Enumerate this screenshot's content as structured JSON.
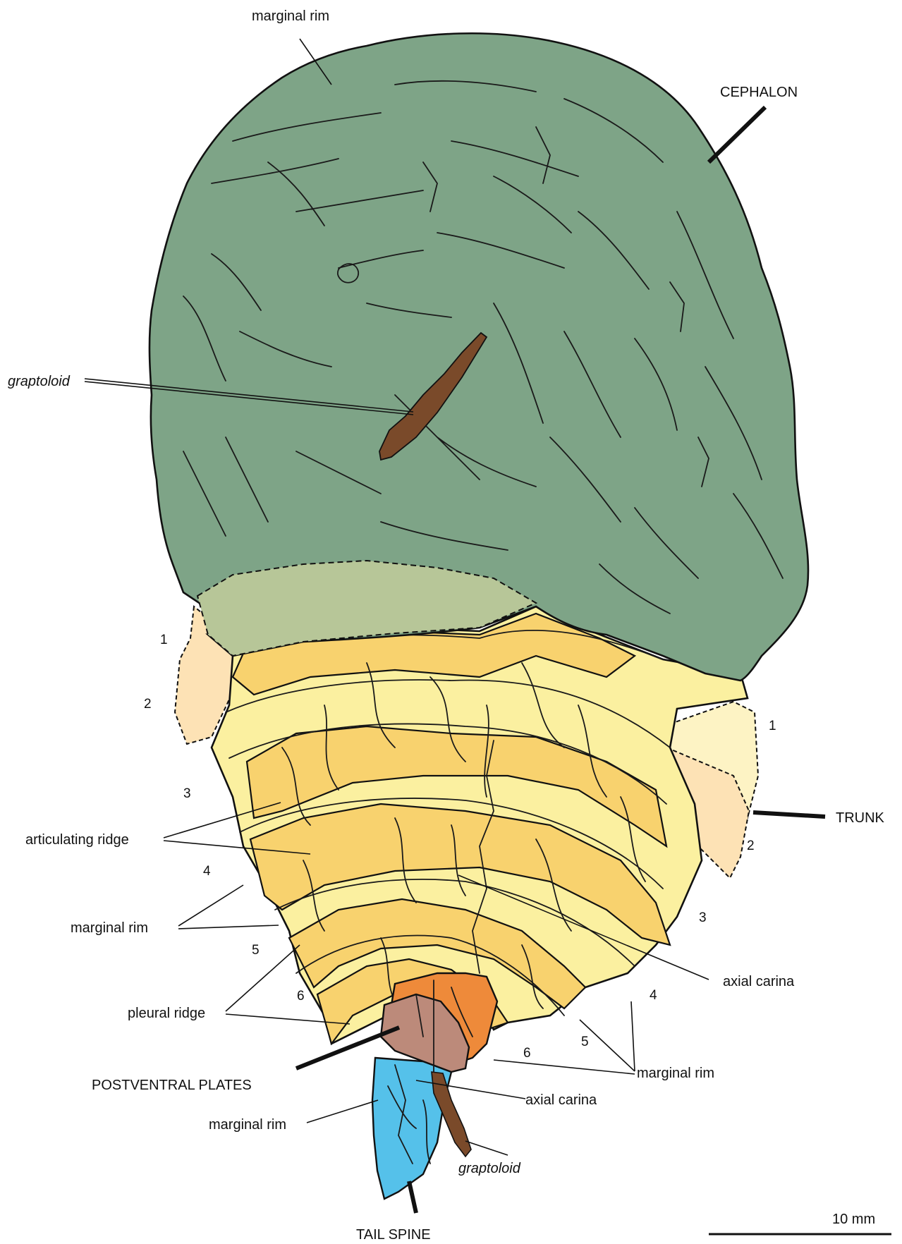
{
  "labels": {
    "marginal_rim_top": "marginal rim",
    "cephalon": "CEPHALON",
    "graptoloid_upper": "graptoloid",
    "trunk": "TRUNK",
    "articulating_ridge": "articulating ridge",
    "marginal_rim_left": "marginal rim",
    "pleural_ridge": "pleural ridge",
    "axial_carina_right": "axial carina",
    "marginal_rim_right": "marginal rim",
    "postventral_plates": "POSTVENTRAL PLATES",
    "axial_carina_lower": "axial carina",
    "marginal_rim_tail": "marginal rim",
    "graptoloid_lower": "graptoloid",
    "tail_spine": "TAIL SPINE",
    "scale": "10 mm"
  },
  "segment_numbers_left": [
    "1",
    "2",
    "3",
    "4",
    "5",
    "6"
  ],
  "segment_numbers_right": [
    "1",
    "2",
    "3",
    "4",
    "5",
    "6"
  ],
  "colors": {
    "cephalon": "#7ea487",
    "cephalon_overlap": "#b7c698",
    "trunk_light": "#fbf0a0",
    "trunk_dark": "#f8d26e",
    "trunk_pale": "#fde2b5",
    "postventral_orange": "#ee8a3a",
    "postventral_brown": "#bc8a7a",
    "tail_spine": "#55c1ea",
    "graptoloid": "#7a4a2a"
  }
}
